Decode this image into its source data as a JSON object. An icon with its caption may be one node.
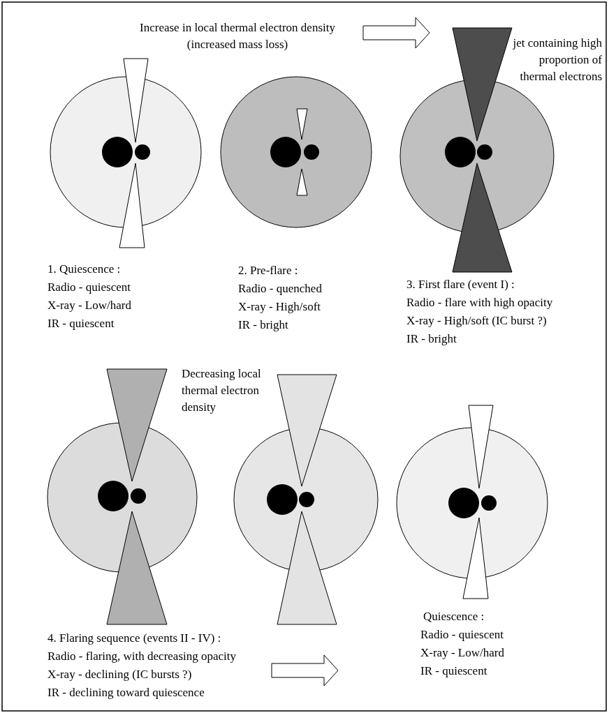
{
  "diagram": {
    "labels": [
      "Increase in local thermal electron density (increased mass loss)",
      "jet containing high proportion of thermal electrons",
      "1. Quiescence :",
      "Radio - quiescent",
      "X-ray - Low/hard",
      "IR - quiescent",
      "2. Pre-flare :",
      "Radio - quenched",
      "X-ray - High/soft",
      "IR - bright",
      "3. First flare (event I) :",
      "Radio - flare with high opacity",
      "X-ray - High/soft (IC burst ?)",
      "IR - bright",
      "Decreasing local thermal electron density",
      "4. Flaring sequence (events II - IV)  :",
      "Radio - flaring, with decreasing opacity",
      "X-ray - declining (IC bursts ?)",
      "IR - declining toward quiescence",
      "Quiescence :",
      "Radio - quiescent",
      "X-ray - Low/hard",
      "IR - quiescent"
    ]
  }
}
